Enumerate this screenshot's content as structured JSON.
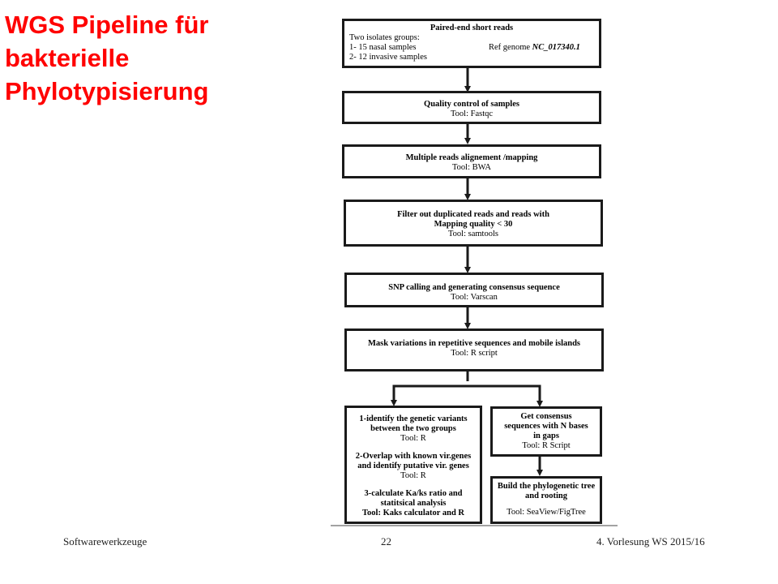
{
  "title": {
    "line1": "WGS Pipeline für",
    "line2": "bakterielle",
    "line3": "Phylotypisierung"
  },
  "flow": {
    "step1": {
      "heading": "Paired-end short reads",
      "line1": "Two isolates groups:",
      "line2a": "1- 15 nasal samples",
      "line2b_label": "Ref genome",
      "line2b_value": "NC_017340.1",
      "line3": "2- 12 invasive samples"
    },
    "step2": {
      "heading": "Quality control of samples",
      "tool": "Tool: Fastqc"
    },
    "step3": {
      "heading": "Multiple reads alignement /mapping",
      "tool": "Tool: BWA"
    },
    "step4": {
      "heading1": "Filter out duplicated reads  and reads with",
      "heading2": "Mapping quality < 30",
      "tool": "Tool: samtools"
    },
    "step5": {
      "heading": "SNP calling and generating consensus sequence",
      "tool": "Tool: Varscan"
    },
    "step6": {
      "heading": "Mask variations in repetitive sequences and mobile islands",
      "tool": "Tool: R script"
    },
    "left_branch": {
      "a1": "1-identify the genetic variants",
      "a2": "between the two groups",
      "a_tool": "Tool: R",
      "b1": "2-Overlap with known vir.genes",
      "b2": "and identify  putative vir. genes",
      "b_tool": "Tool: R",
      "c1": "3-calculate Ka/ks ratio and",
      "c2": "statitsical analysis",
      "c_tool": "Tool: Kaks calculator and R"
    },
    "right_branch_top": {
      "l1": "Get consensus",
      "l2": "sequences with N  bases",
      "l3": "in gaps",
      "tool": "Tool: R Script"
    },
    "right_branch_bottom": {
      "l1": "Build the phylogenetic tree",
      "l2": "and rooting",
      "tool": "Tool: SeaView/FigTree"
    }
  },
  "footer": {
    "left": "Softwarewerkzeuge",
    "center": "22",
    "right": "4. Vorlesung WS 2015/16"
  }
}
